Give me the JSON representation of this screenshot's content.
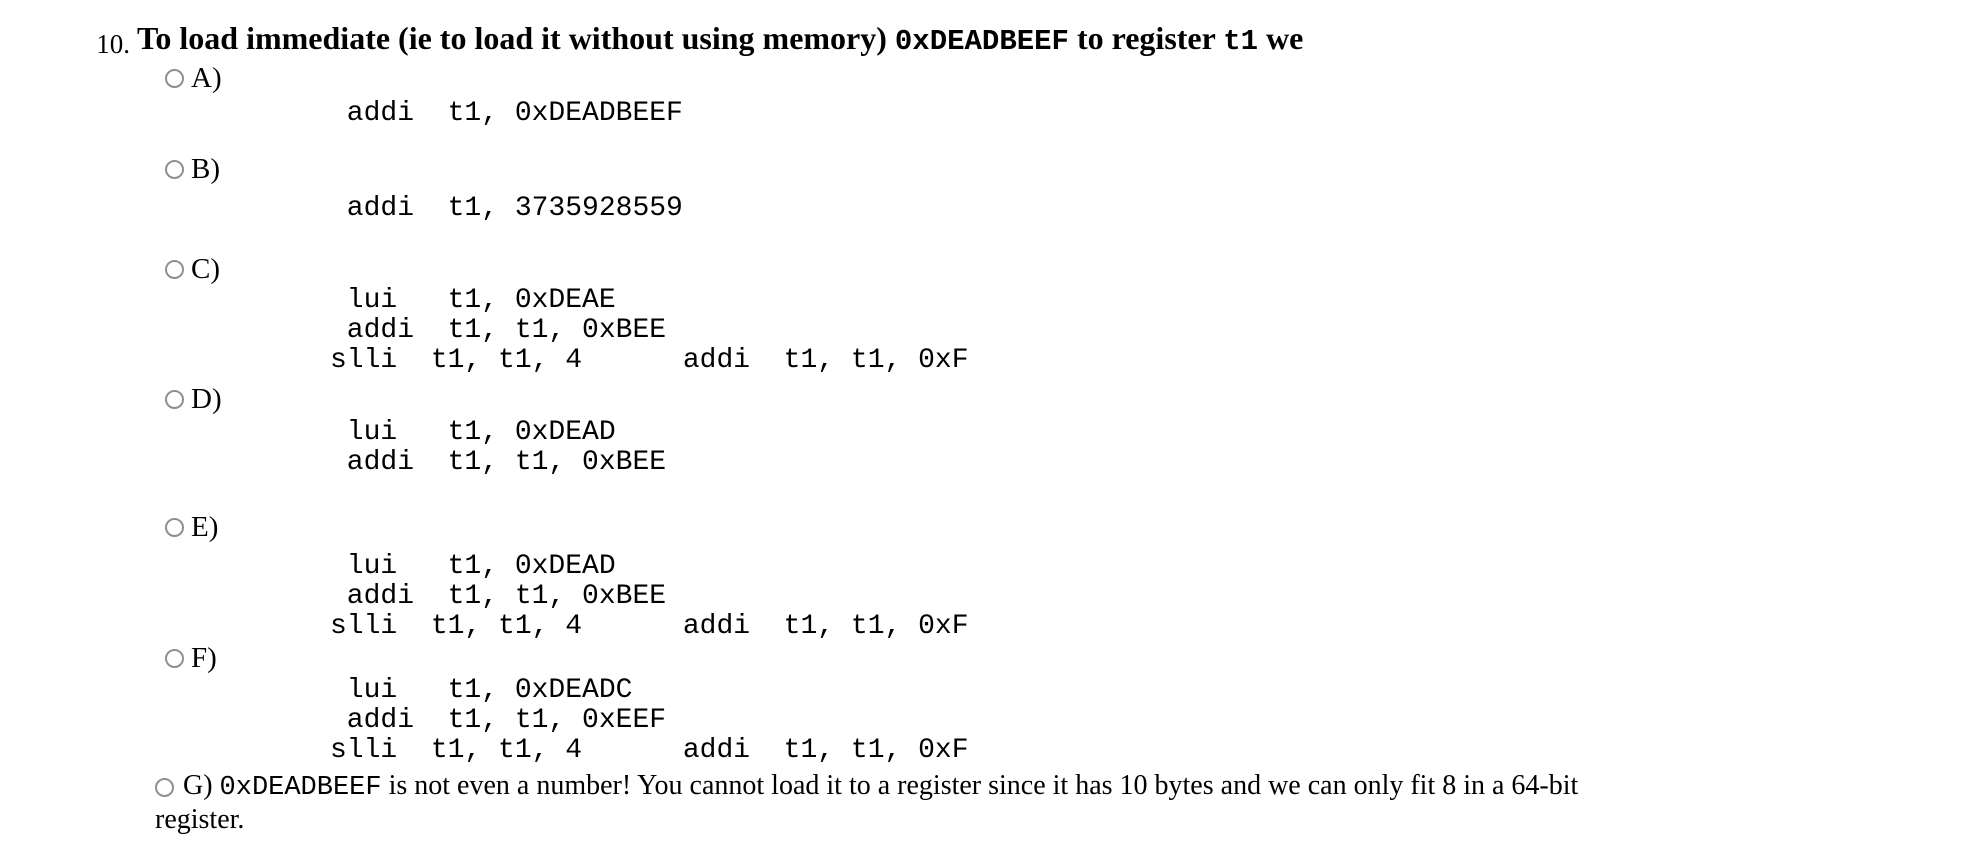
{
  "ui": {
    "background": "#ffffff",
    "text_color": "#000000",
    "radio_border_color": "#8f8f8f"
  },
  "question": {
    "number": "10.",
    "title_parts": {
      "text1": "To load immediate (ie to load it without using memory) ",
      "code1": "0xDEADBEEF",
      "text2": " to register ",
      "code2": "t1",
      "text3": " we"
    },
    "options": [
      {
        "id": "A",
        "label": "A)",
        "code": " addi  t1, 0xDEADBEEF"
      },
      {
        "id": "B",
        "label": "B)",
        "code": " addi  t1, 3735928559"
      },
      {
        "id": "C",
        "label": "C)",
        "code": " lui   t1, 0xDEAE\n addi  t1, t1, 0xBEE\nslli  t1, t1, 4      addi  t1, t1, 0xF"
      },
      {
        "id": "D",
        "label": "D)",
        "code": " lui   t1, 0xDEAD\n addi  t1, t1, 0xBEE"
      },
      {
        "id": "E",
        "label": "E)",
        "code": " lui   t1, 0xDEAD\n addi  t1, t1, 0xBEE\nslli  t1, t1, 4      addi  t1, t1, 0xF"
      },
      {
        "id": "F",
        "label": "F)",
        "code": " lui   t1, 0xDEADC\n addi  t1, t1, 0xEEF\nslli  t1, t1, 4      addi  t1, t1, 0xF"
      }
    ],
    "option_g": {
      "label": "G)",
      "code": "0xDEADBEEF",
      "line1": "is not even a number! You cannot load it to a register since it has 10 bytes and we can only fit 8 in a 64-bit",
      "line2": "register."
    }
  }
}
